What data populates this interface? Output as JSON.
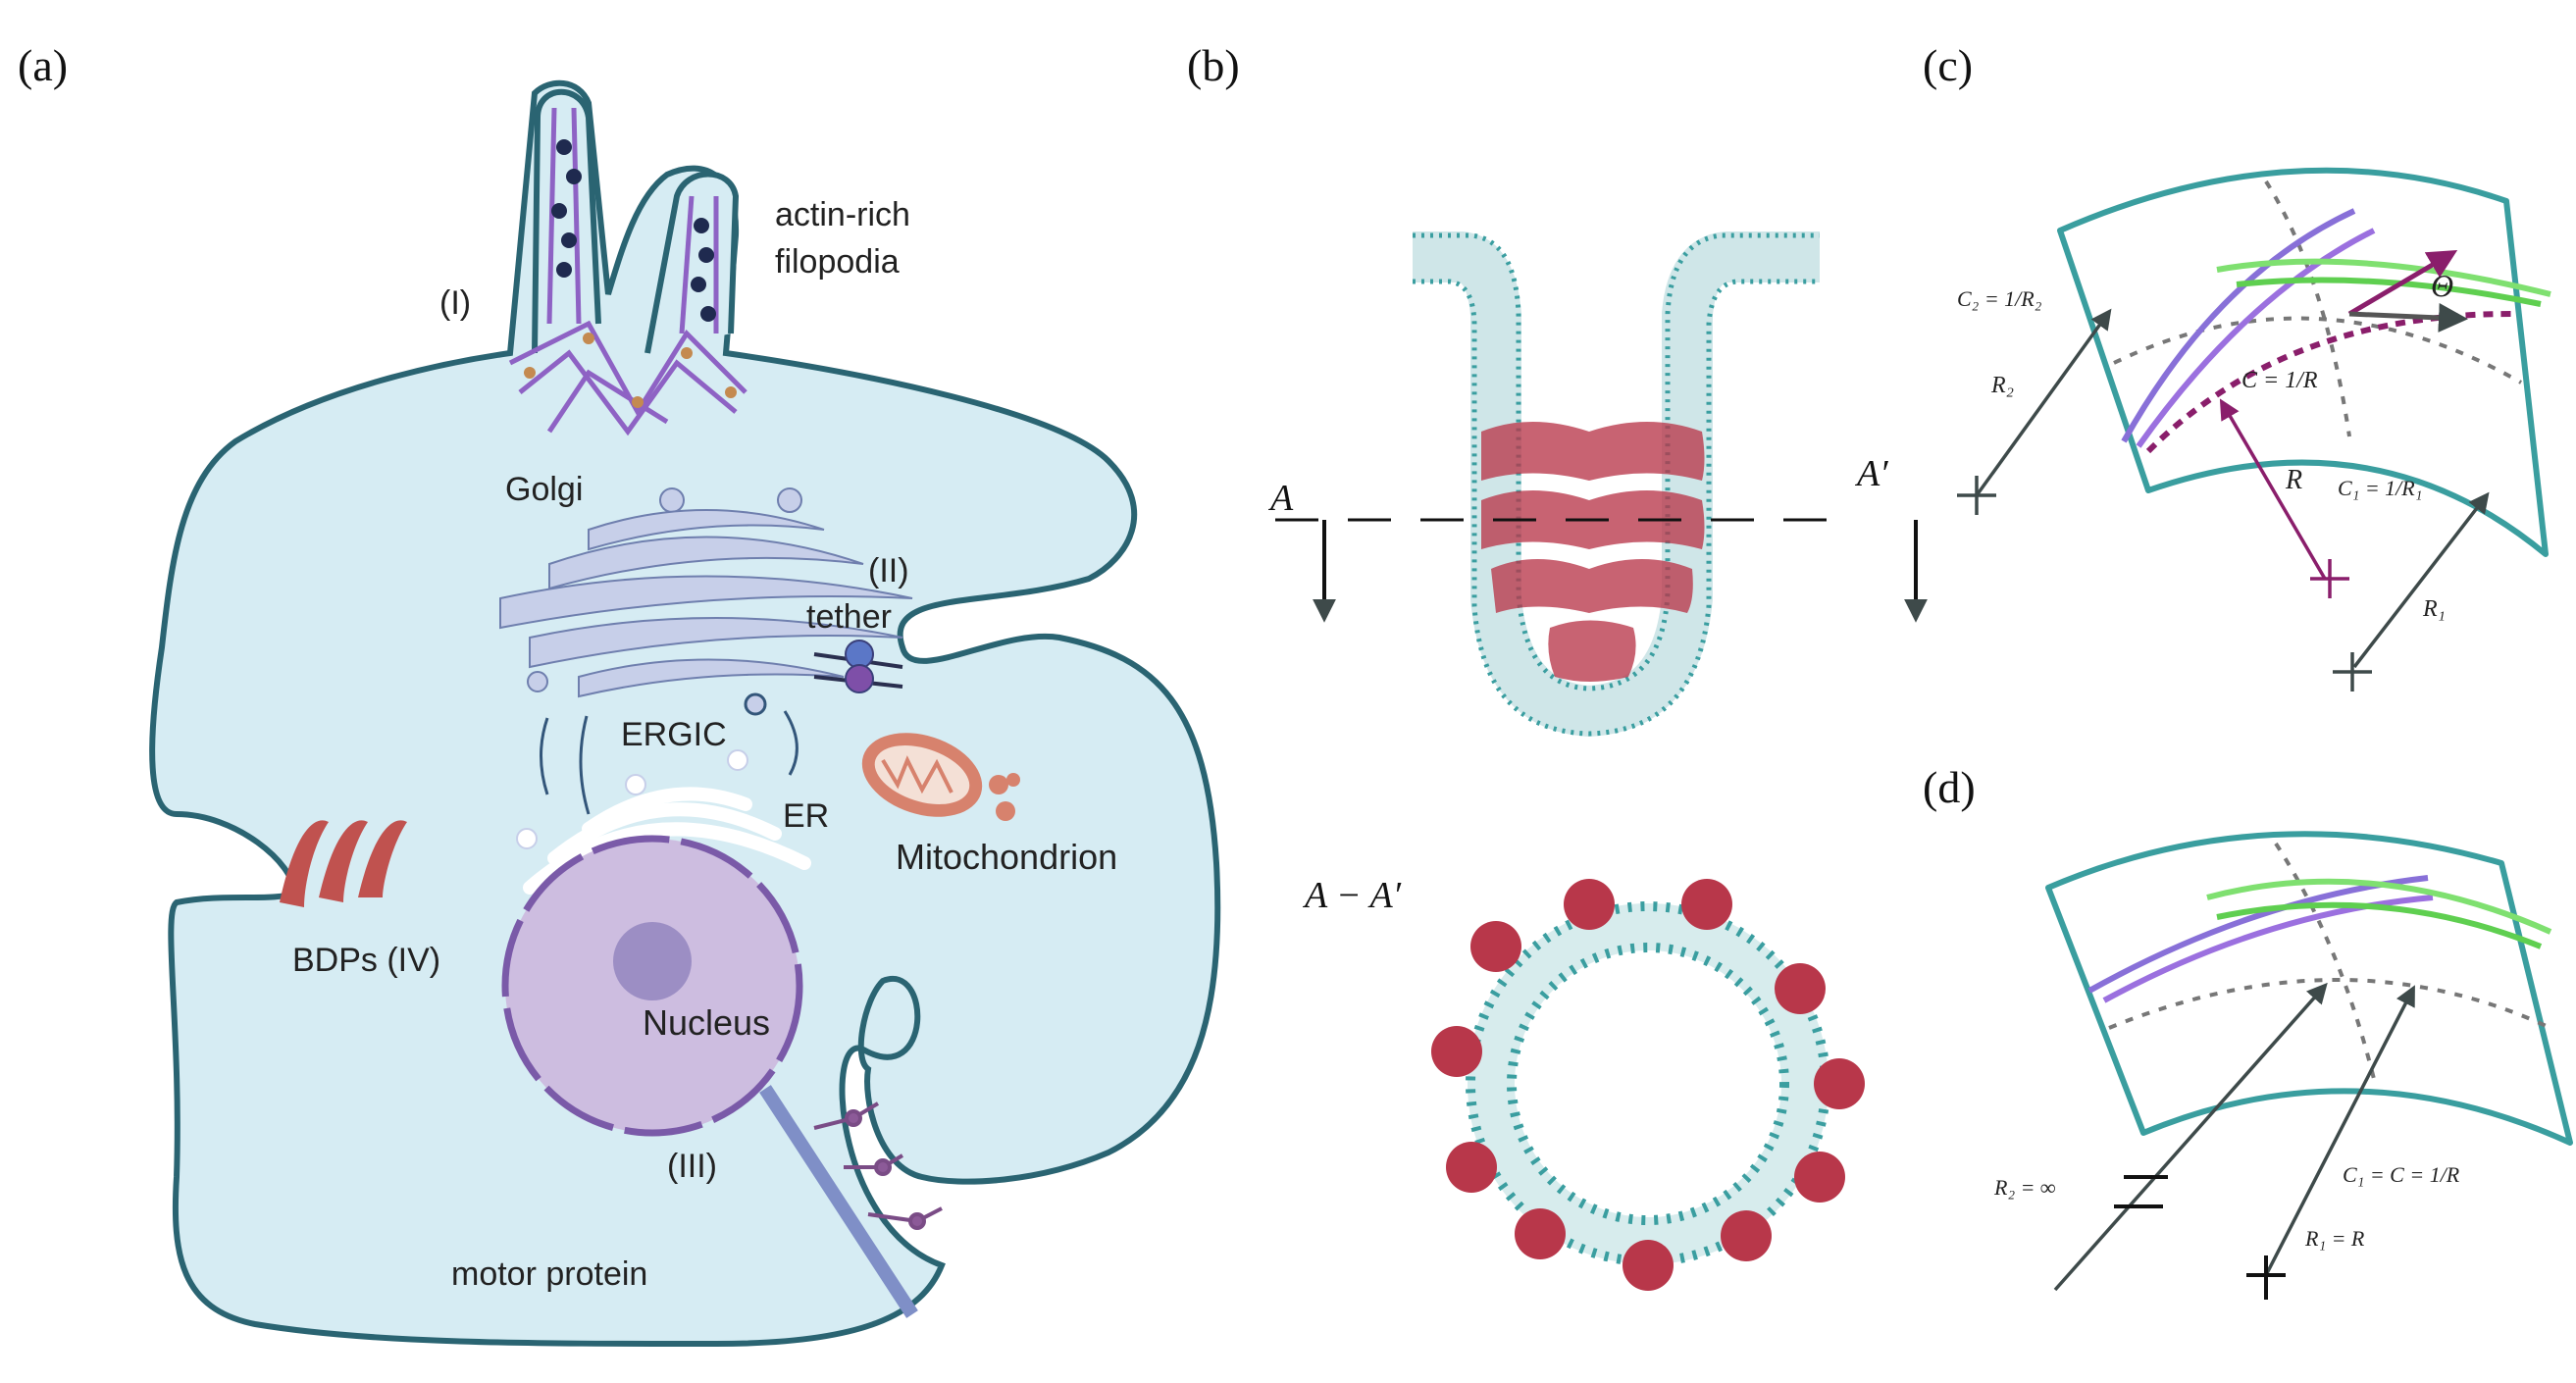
{
  "panels": {
    "a": {
      "tag": "(a)",
      "labels": {
        "filopodia": "actin-rich",
        "filopodia2": "filopodia",
        "roman_i": "(I)",
        "golgi": "Golgi",
        "roman_ii": "(II)",
        "tether": "tether",
        "ergic": "ERGIC",
        "er": "ER",
        "mito": "Mitochondrion",
        "bdps": "BDPs (IV)",
        "nucleus": "Nucleus",
        "roman_iii": "(III)",
        "motor": "motor protein"
      },
      "colors": {
        "cytoplasm": "#d6ecf3",
        "membrane": "#2a6472",
        "organelle": "#c7cfe9",
        "bdp": "#c0524f",
        "mito": "#d7826d",
        "nucleus": "#cdbde0",
        "actin": "#8e62c4"
      }
    },
    "b": {
      "tag": "(b)",
      "labels": {
        "a_left": "A",
        "a_right": "A′",
        "section": "A − A′"
      },
      "colors": {
        "protein": "#b8374a",
        "lipid": "#3a9ea0"
      }
    },
    "c": {
      "tag": "(c)",
      "labels": {
        "c2": "C₂ = 1/R₂",
        "r2": "R₂",
        "c": "C = 1/R",
        "r": "R",
        "c1": "C₁ = 1/R₁",
        "r1": "R₁",
        "theta": "Θ"
      },
      "colors": {
        "surface": "#3a9e9f",
        "curvature": "#8a1e6b"
      }
    },
    "d": {
      "tag": "(d)",
      "labels": {
        "r2": "R₂ = ∞",
        "c1": "C₁ = C = 1/R",
        "r1": "R₁ = R"
      }
    }
  }
}
